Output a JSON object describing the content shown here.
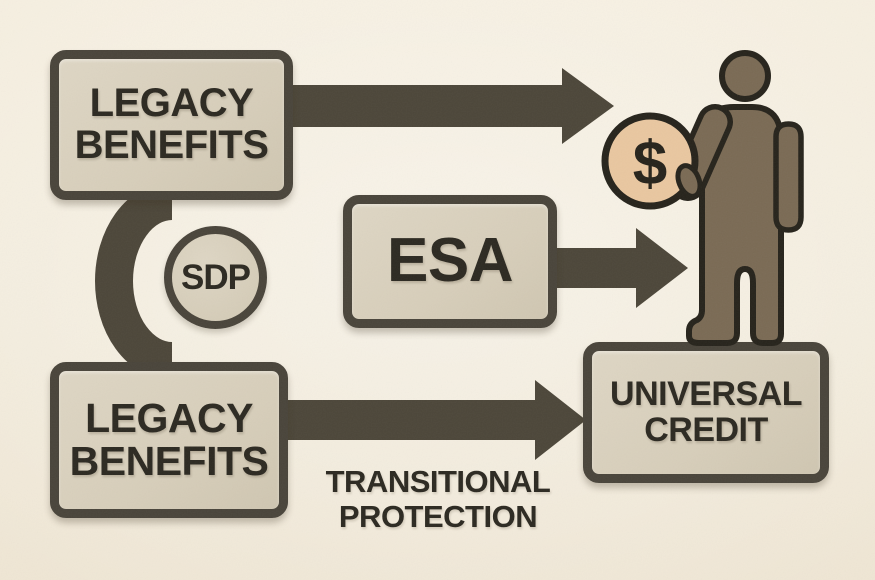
{
  "meta": {
    "title": "Legacy benefits to Universal Credit transition diagram"
  },
  "palette": {
    "background": "#f4edde",
    "box_fill": "#d7ceba",
    "box_border": "#49443a",
    "arrow": "#4c4639",
    "text": "#2c2921",
    "coin_fill": "#e9c7a0",
    "person_fill": "#7a6a54",
    "outline": "#26231b"
  },
  "nodes": {
    "legacy_top": {
      "line1": "LEGACY",
      "line2": "BENEFITS"
    },
    "sdp": {
      "label": "SDP"
    },
    "esa": {
      "label": "ESA"
    },
    "legacy_bottom": {
      "line1": "LEGACY",
      "line2": "BENEFITS"
    },
    "universal_credit": {
      "line1": "UNIVERSAL",
      "line2": "CREDIT"
    }
  },
  "annotations": {
    "transitional_protection": {
      "line1": "TRANSITIONAL",
      "line2": "PROTECTION"
    }
  },
  "icons": {
    "coin_symbol": "$"
  }
}
